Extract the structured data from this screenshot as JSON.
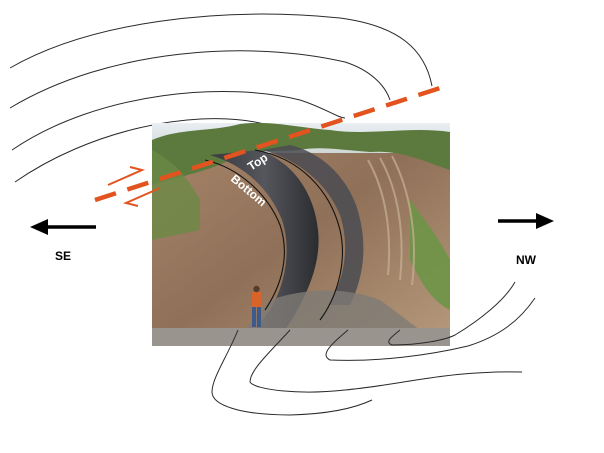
{
  "directions": {
    "left": "SE",
    "right": "NW"
  },
  "beds": {
    "top_label": "Top",
    "bottom_label": "Bottom"
  },
  "colors": {
    "fault": "#e2531f",
    "fold_lines": "#2a2a2a",
    "arrows": "#000000",
    "label_on_photo": "#ffffff"
  },
  "icons": {
    "left_arrow": "arrow-left-icon",
    "right_arrow": "arrow-right-icon",
    "shear_arrows": "half-arrow-shear-icon"
  }
}
